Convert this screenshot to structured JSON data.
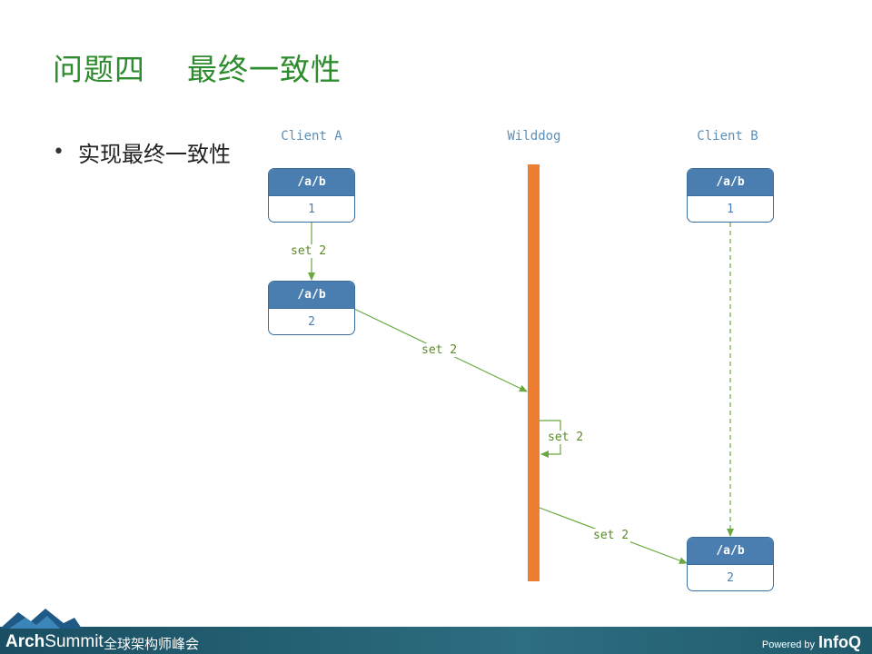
{
  "slide": {
    "title": "问题四    最终一致性",
    "bullet": "实现最终一致性"
  },
  "diagram": {
    "lanes": {
      "client_a": "Client A",
      "wilddog": "Wilddog",
      "client_b": "Client B"
    },
    "nodes": {
      "a1": {
        "path": "/a/b",
        "value": "1"
      },
      "a2": {
        "path": "/a/b",
        "value": "2"
      },
      "b1": {
        "path": "/a/b",
        "value": "1"
      },
      "b2": {
        "path": "/a/b",
        "value": "2"
      }
    },
    "edge_labels": {
      "e1": "set 2",
      "e2": "set 2",
      "e3": "set 2",
      "e4": "set 2"
    },
    "colors": {
      "node_header": "#4a7eb0",
      "wilddog_bar": "#ed7d31",
      "arrow": "#6aa842",
      "lane_label": "#5b8fb9",
      "title": "#2e8b2e"
    }
  },
  "footer": {
    "brand_bold": "Arch",
    "brand_rest": "Summit",
    "brand_cn": "全球架构师峰会",
    "powered_label": "Powered by",
    "powered_logo": "InfoQ"
  }
}
